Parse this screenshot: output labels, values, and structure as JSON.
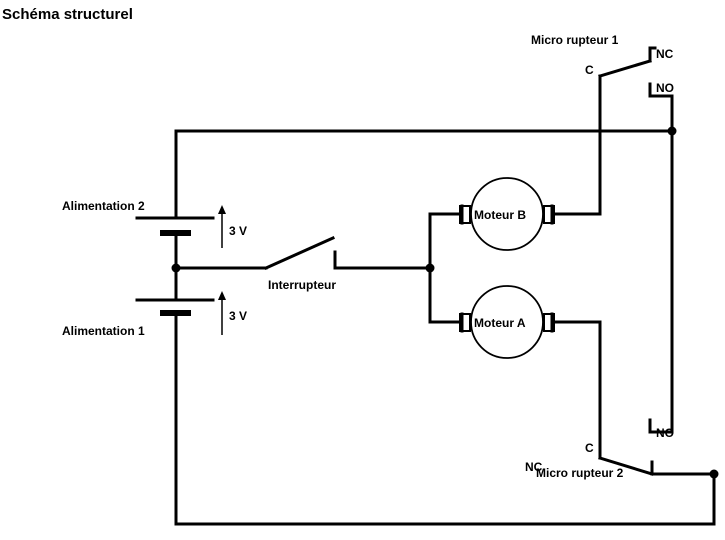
{
  "title": "Schéma structurel",
  "power": {
    "supply2_label": "Alimentation 2",
    "supply1_label": "Alimentation 1",
    "voltage2": "3 V",
    "voltage1": "3 V"
  },
  "switch_label": "Interrupteur",
  "motors": {
    "b_label": "Moteur B",
    "a_label": "Moteur A"
  },
  "microswitch1": {
    "label": "Micro rupteur 1",
    "c": "C",
    "nc": "NC",
    "no": "NO"
  },
  "microswitch2": {
    "label": "Micro rupteur 2",
    "c": "C",
    "nc": "NC",
    "no": "NO"
  }
}
